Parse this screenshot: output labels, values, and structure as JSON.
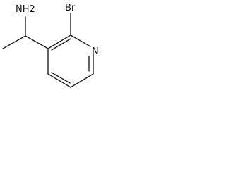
{
  "molecule": {
    "atoms": {
      "amine": "NH2",
      "bromine": "Br",
      "ring_nitrogen": "N"
    },
    "colors": {
      "bond": "#222222",
      "label": "#111111",
      "background": "#ffffff"
    }
  }
}
